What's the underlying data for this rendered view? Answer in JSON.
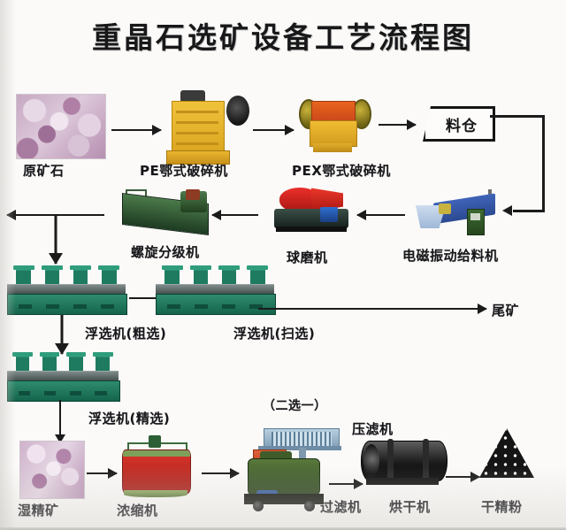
{
  "diagram": {
    "title": "重晶石选矿设备工艺流程图",
    "type": "process-flow",
    "background_color": "#fbfaf8",
    "text_color": "#16161a"
  },
  "nodes": [
    {
      "id": "raw-ore",
      "label": "原矿石",
      "kind": "material",
      "art": "ore-photo"
    },
    {
      "id": "pe-jaw-crusher",
      "label": "PE鄂式破碎机",
      "kind": "equipment",
      "art": "pe-jaw-crusher"
    },
    {
      "id": "pex-jaw-crusher",
      "label": "PEX鄂式破碎机",
      "kind": "equipment",
      "art": "pex-jaw-crusher"
    },
    {
      "id": "silo",
      "label": "料仓",
      "kind": "box",
      "art": "trapezoid-box"
    },
    {
      "id": "vibrating-feeder",
      "label": "电磁振动给料机",
      "kind": "equipment",
      "art": "electromagnetic-feeder"
    },
    {
      "id": "ball-mill",
      "label": "球磨机",
      "kind": "equipment",
      "art": "ball-mill"
    },
    {
      "id": "spiral-classifier",
      "label": "螺旋分级机",
      "kind": "equipment",
      "art": "spiral-classifier"
    },
    {
      "id": "flotation-rougher",
      "label": "浮选机(粗选)",
      "kind": "equipment",
      "art": "flotation-machine"
    },
    {
      "id": "flotation-scavenger",
      "label": "浮选机(扫选)",
      "kind": "equipment",
      "art": "flotation-machine"
    },
    {
      "id": "tailings",
      "label": "尾矿",
      "kind": "material",
      "art": "text-only"
    },
    {
      "id": "flotation-cleaner",
      "label": "浮选机(精选)",
      "kind": "equipment",
      "art": "flotation-machine"
    },
    {
      "id": "wet-concentrate",
      "label": "湿精矿",
      "kind": "material",
      "art": "ore-photo"
    },
    {
      "id": "thickener",
      "label": "浓缩机",
      "kind": "equipment",
      "art": "thickener"
    },
    {
      "id": "filter-press",
      "label": "压滤机",
      "kind": "equipment",
      "art": "filter-press"
    },
    {
      "id": "vacuum-filter",
      "label": "过滤机",
      "kind": "equipment",
      "art": "vacuum-filter"
    },
    {
      "id": "dryer",
      "label": "烘干机",
      "kind": "equipment",
      "art": "rotary-dryer"
    },
    {
      "id": "dry-powder",
      "label": "干精粉",
      "kind": "material",
      "art": "powder-pile"
    }
  ],
  "annotations": [
    {
      "id": "choose-one",
      "label": "（二选一）"
    }
  ],
  "flow": [
    {
      "from": "raw-ore",
      "to": "pe-jaw-crusher",
      "direction": "right"
    },
    {
      "from": "pe-jaw-crusher",
      "to": "pex-jaw-crusher",
      "direction": "right"
    },
    {
      "from": "pex-jaw-crusher",
      "to": "silo",
      "direction": "right"
    },
    {
      "from": "silo",
      "to": "vibrating-feeder",
      "direction": "elbow-down-left"
    },
    {
      "from": "vibrating-feeder",
      "to": "ball-mill",
      "direction": "left"
    },
    {
      "from": "ball-mill",
      "to": "spiral-classifier",
      "direction": "left"
    },
    {
      "from": "spiral-classifier",
      "to": "flotation-rougher",
      "direction": "left-then-down"
    },
    {
      "from": "flotation-rougher",
      "to": "flotation-scavenger",
      "direction": "right"
    },
    {
      "from": "flotation-scavenger",
      "to": "tailings",
      "direction": "right"
    },
    {
      "from": "flotation-rougher",
      "to": "flotation-cleaner",
      "direction": "down"
    },
    {
      "from": "flotation-cleaner",
      "to": "wet-concentrate",
      "direction": "down"
    },
    {
      "from": "wet-concentrate",
      "to": "thickener",
      "direction": "right"
    },
    {
      "from": "thickener",
      "to": "vacuum-filter",
      "direction": "right"
    },
    {
      "from": "vacuum-filter",
      "to": "dryer",
      "direction": "right"
    },
    {
      "from": "dryer",
      "to": "dry-powder",
      "direction": "right"
    }
  ]
}
